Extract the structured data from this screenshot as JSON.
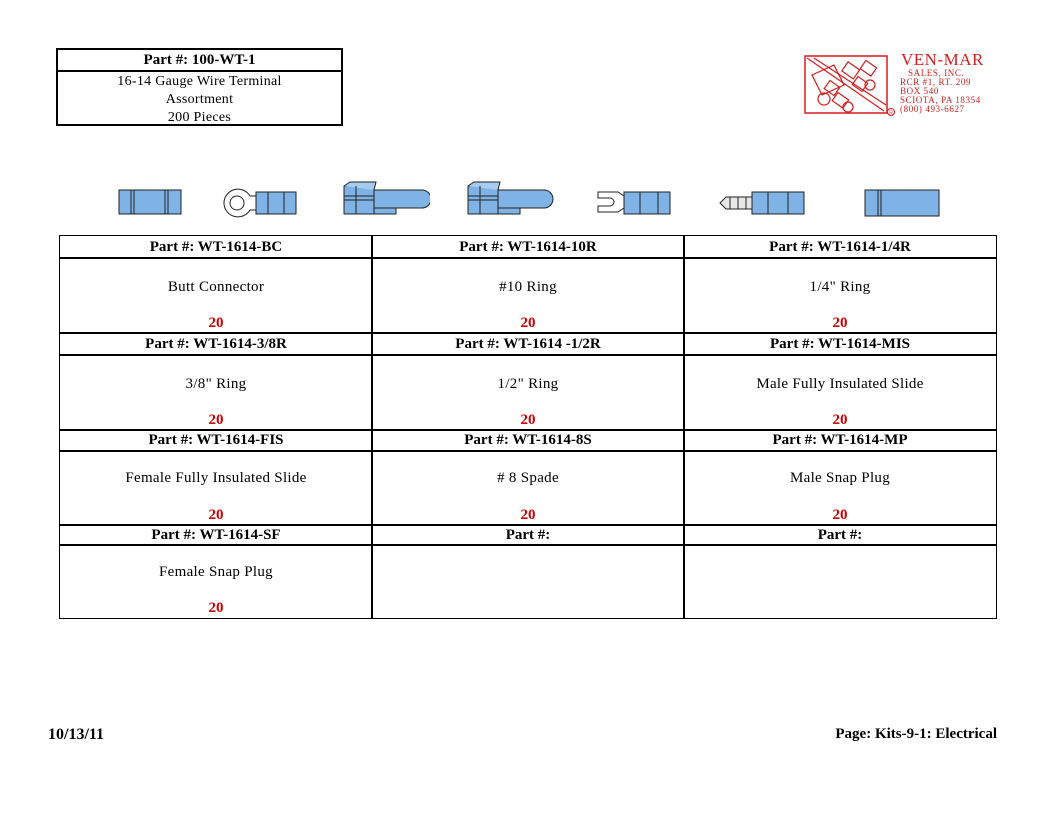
{
  "header": {
    "part_label": "Part #: 100-WT-1",
    "description_lines": [
      "16-14 Gauge Wire Terminal",
      "Assortment",
      "200 Pieces"
    ]
  },
  "logo": {
    "name": "VEN-MAR",
    "lines": [
      "SALES, INC.",
      "RCR #1, RT. 209",
      "BOX 540",
      "SCIOTA, PA  18354",
      "(800) 493-6627"
    ],
    "color": "#d21e1e"
  },
  "icons": [
    "butt-connector-icon",
    "ring-terminal-icon",
    "female-disconnect-icon",
    "male-disconnect-icon",
    "spade-terminal-icon",
    "bullet-plug-icon",
    "snap-plug-icon"
  ],
  "accent_color": "#7fb2e5",
  "qty_color": "#cc0000",
  "items": [
    {
      "part": "Part #: WT-1614-BC",
      "desc": "Butt Connector",
      "qty": "20"
    },
    {
      "part": "Part #: WT-1614-10R",
      "desc": "#10 Ring",
      "qty": "20"
    },
    {
      "part": "Part #: WT-1614-1/4R",
      "desc": "1/4\" Ring",
      "qty": "20"
    },
    {
      "part": "Part #: WT-1614-3/8R",
      "desc": "3/8\" Ring",
      "qty": "20"
    },
    {
      "part": "Part #: WT-1614 -1/2R",
      "desc": "1/2\" Ring",
      "qty": "20"
    },
    {
      "part": "Part #: WT-1614-MIS",
      "desc": "Male Fully Insulated Slide",
      "qty": "20"
    },
    {
      "part": "Part #: WT-1614-FIS",
      "desc": "Female Fully Insulated Slide",
      "qty": "20"
    },
    {
      "part": "Part #: WT-1614-8S",
      "desc": "# 8 Spade",
      "qty": "20"
    },
    {
      "part": "Part #: WT-1614-MP",
      "desc": "Male Snap Plug",
      "qty": "20"
    },
    {
      "part": "Part #: WT-1614-SF",
      "desc": "Female Snap Plug",
      "qty": "20"
    },
    {
      "part": "Part #:",
      "desc": "",
      "qty": ""
    },
    {
      "part": "Part #:",
      "desc": "",
      "qty": ""
    }
  ],
  "footer": {
    "date": "10/13/11",
    "page": "Page: Kits-9-1: Electrical"
  }
}
